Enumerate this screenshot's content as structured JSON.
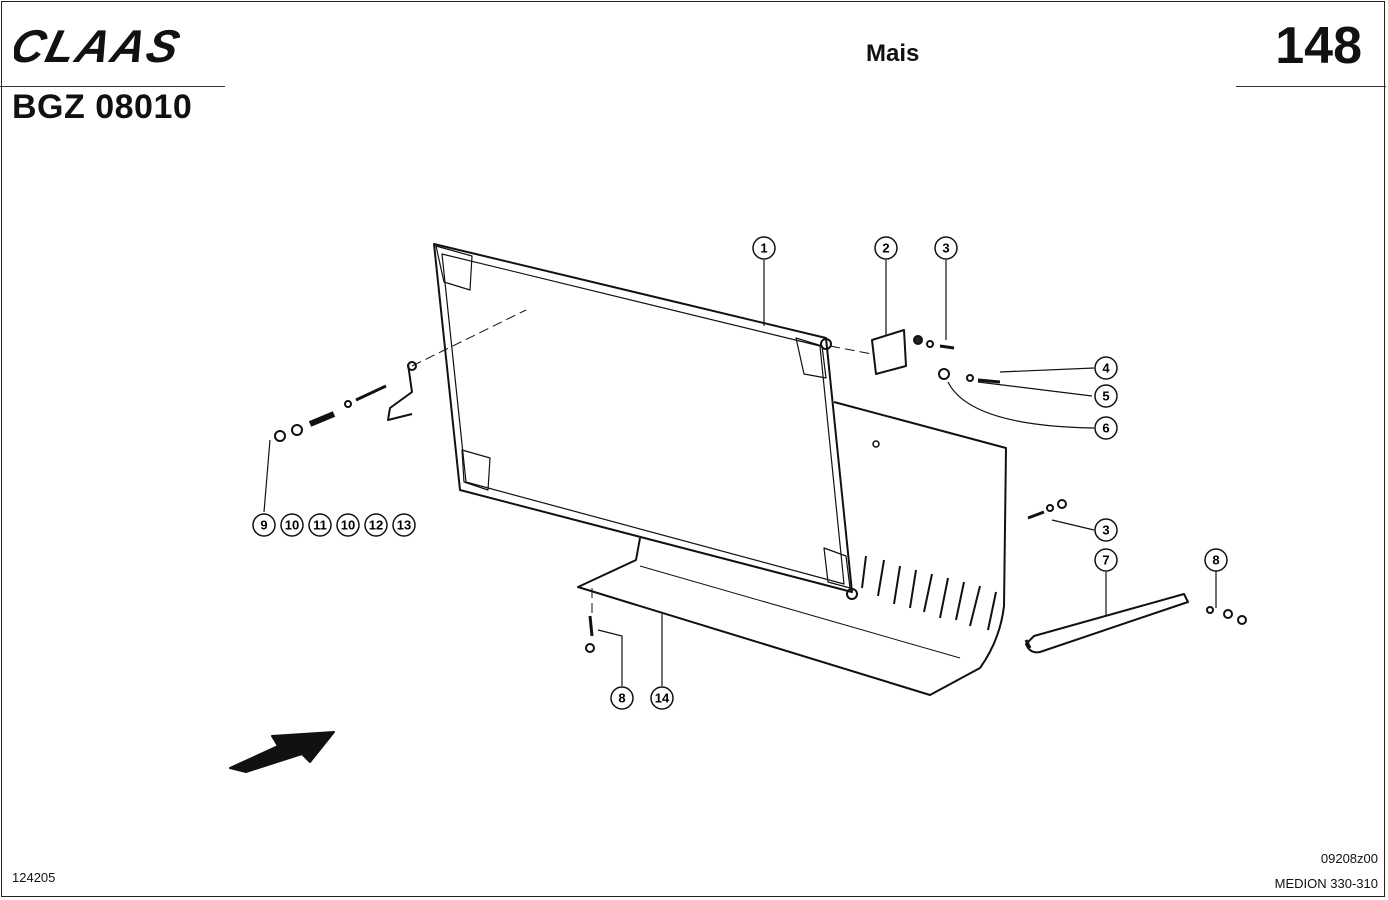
{
  "header": {
    "logo_text": "CLAAS",
    "model_code": "BGZ 08010",
    "section_title": "Mais",
    "page_number": "148"
  },
  "footer": {
    "left_code": "124205",
    "drawing_code": "09208z00",
    "machine": "MEDION 330-310"
  },
  "callouts": [
    {
      "id": "c1",
      "label": "1"
    },
    {
      "id": "c2",
      "label": "2"
    },
    {
      "id": "c3a",
      "label": "3"
    },
    {
      "id": "c4",
      "label": "4"
    },
    {
      "id": "c5",
      "label": "5"
    },
    {
      "id": "c6",
      "label": "6"
    },
    {
      "id": "c3b",
      "label": "3"
    },
    {
      "id": "c7",
      "label": "7"
    },
    {
      "id": "c8a",
      "label": "8"
    },
    {
      "id": "c8b",
      "label": "8"
    },
    {
      "id": "c14",
      "label": "14"
    },
    {
      "id": "c9",
      "label": "9"
    },
    {
      "id": "c10a",
      "label": "10"
    },
    {
      "id": "c11",
      "label": "11"
    },
    {
      "id": "c10b",
      "label": "10"
    },
    {
      "id": "c12",
      "label": "12"
    },
    {
      "id": "c13",
      "label": "13"
    }
  ]
}
